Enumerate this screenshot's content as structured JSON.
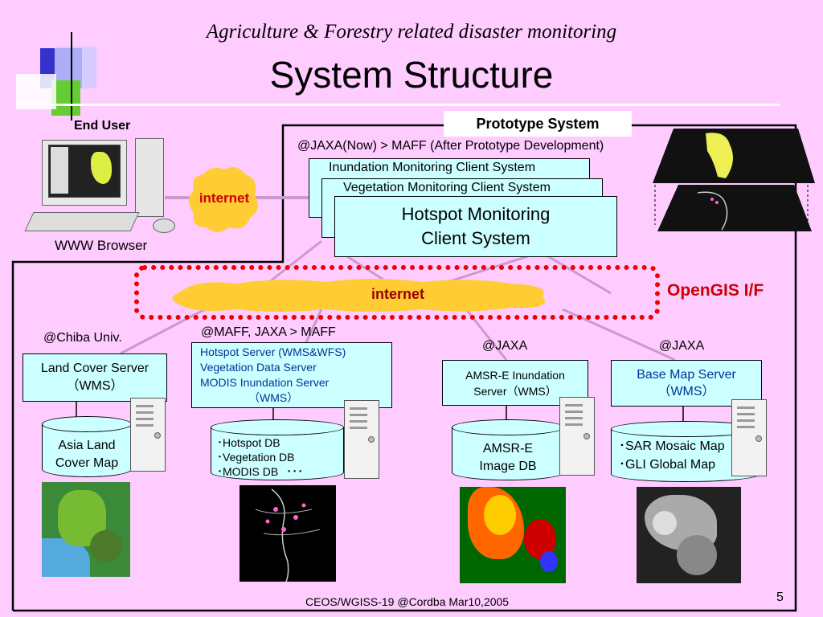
{
  "header": {
    "subtitle": "Agriculture & Forestry related disaster monitoring",
    "title": "System Structure"
  },
  "end_user": {
    "label": "End User",
    "browser": "WWW Browser"
  },
  "prototype": {
    "label": "Prototype System",
    "note": "@JAXA(Now) > MAFF (After Prototype Development)"
  },
  "clients": {
    "inundation": "Inundation Monitoring Client System",
    "vegetation": "Vegetation Monitoring Client System",
    "hotspot_l1": "Hotspot Monitoring",
    "hotspot_l2": "Client System"
  },
  "internet": {
    "top": "internet",
    "main": "internet"
  },
  "opengis": "OpenGIS I/F",
  "servers": {
    "chiba": {
      "loc": "@Chiba Univ.",
      "l1": "Land Cover Server",
      "l2": "（WMS）",
      "db1": "Asia Land",
      "db2": "Cover Map"
    },
    "maff": {
      "loc": "@MAFF, JAXA > MAFF",
      "l1": "Hotspot Server (WMS&WFS)",
      "l2": "Vegetation Data Server",
      "l3": "MODIS Inundation Server",
      "l4": "（WMS）",
      "db1": "･Hotspot DB",
      "db2": "･Vegetation DB",
      "db3": "･MODIS DB",
      "db3_dots": "･･･"
    },
    "jaxa1": {
      "loc": "@JAXA",
      "l1": "AMSR-E Inundation",
      "l2": "Server（WMS）",
      "db1": "AMSR-E",
      "db2": "Image DB"
    },
    "jaxa2": {
      "loc": "@JAXA",
      "l1": "Base Map Server",
      "l2": "（WMS）",
      "db1": "･SAR Mosaic Map",
      "db2": "･GLI Global Map"
    }
  },
  "footer": {
    "text": "CEOS/WGISS-19 @Cordba Mar10,2005",
    "page": "5"
  },
  "colors": {
    "background": "#ffccff",
    "box_fill": "#ccffff",
    "cloud": "#ffcc33",
    "opengis_red": "#cc0000",
    "connector": "#cc99cc"
  }
}
